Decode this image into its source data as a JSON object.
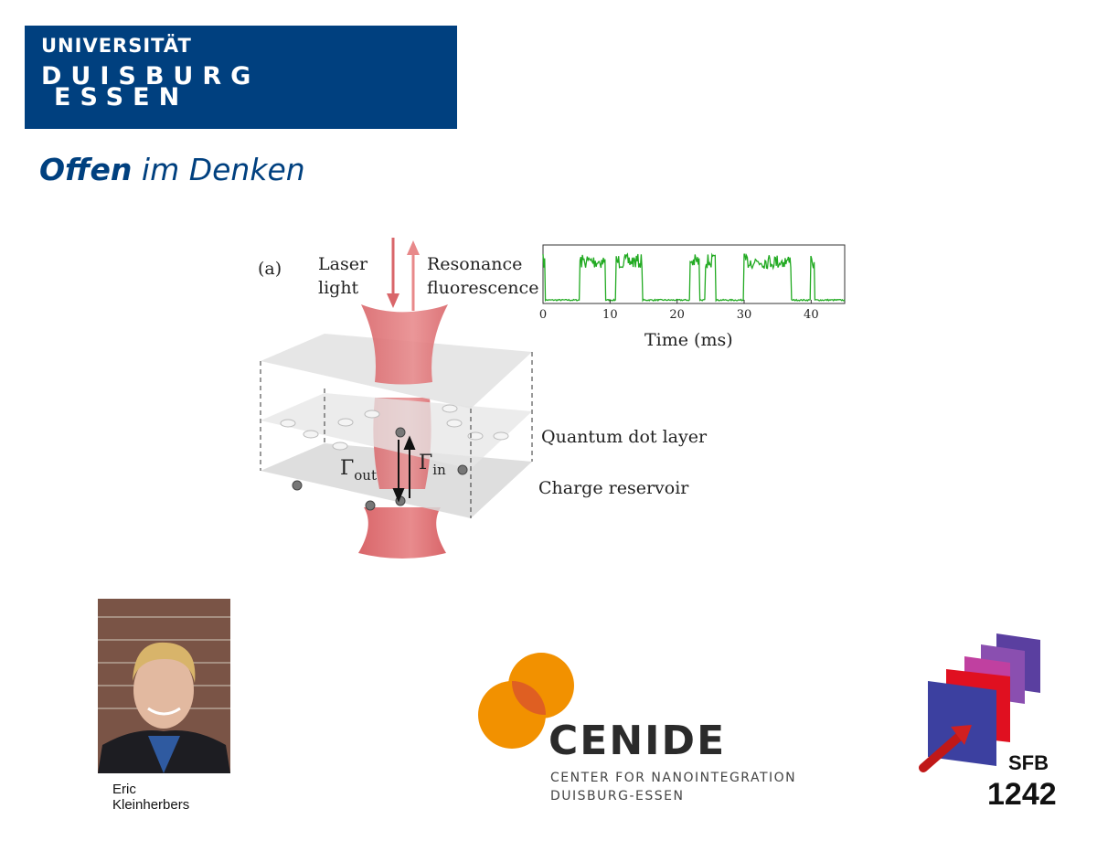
{
  "header": {
    "logo_line1": "UNIVERSITÄT",
    "logo_line2": "DUISBURG",
    "logo_line3": "ESSEN",
    "tagline_bold": "Offen",
    "tagline_rest": " im Denken",
    "brand_color": "#00407f"
  },
  "diagram": {
    "panel_label": "(a)",
    "laser_label_1": "Laser",
    "laser_label_2": "light",
    "fluor_label_1": "Resonance",
    "fluor_label_2": "fluorescence",
    "qd_layer_label": "Quantum dot layer",
    "reservoir_label": "Charge reservoir",
    "gamma_out": "Γ",
    "gamma_out_sub": "out",
    "gamma_in": "Γ",
    "gamma_in_sub": "in",
    "inset": {
      "xlabel": "Time (ms)",
      "xticks": [
        "0",
        "10",
        "20",
        "30",
        "40"
      ],
      "xlim": [
        0,
        45
      ],
      "trace_color": "#22aa22",
      "high_intervals_ms": [
        [
          0,
          0.3
        ],
        [
          5.5,
          9.3
        ],
        [
          10.9,
          14.8
        ],
        [
          21.9,
          23.3
        ],
        [
          24.2,
          25.8
        ],
        [
          29.9,
          37.0
        ],
        [
          39.9,
          40.5
        ]
      ]
    }
  },
  "person": {
    "caption_1": "Eric",
    "caption_2": "Kleinherbers"
  },
  "cenide": {
    "name": "CENIDE",
    "sub_1": "CENTER FOR NANOINTEGRATION",
    "sub_2": "DUISBURG-ESSEN",
    "color": "#f29100"
  },
  "sfb": {
    "label_1": "SFB",
    "label_2": "1242"
  }
}
